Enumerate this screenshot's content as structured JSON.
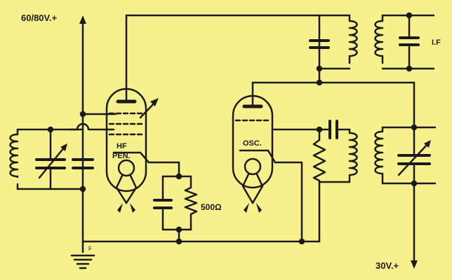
{
  "diagram": {
    "colors": {
      "background": "#f7f18d",
      "ink": "#1a1a1a"
    },
    "labels": {
      "supply_top": "60/80V.+",
      "supply_bottom": "30V.+",
      "if_output": "I.F",
      "hf_valve_line1": "HF",
      "hf_valve_line2": "PEN.",
      "osc_valve": "OSC.",
      "cathode_resistor": "500Ω",
      "earth_mark": "F"
    }
  }
}
